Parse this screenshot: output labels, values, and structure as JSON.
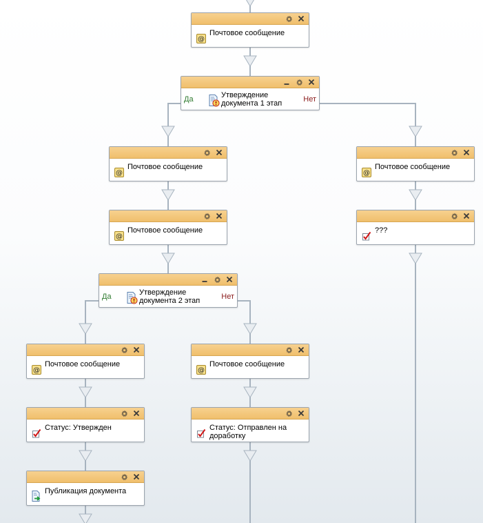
{
  "nodes": {
    "mail_top": {
      "label": "Почтовое сообщение",
      "icon": "email-icon"
    },
    "approval_1": {
      "label_line1": "Утверждение",
      "label_line2": "документа 1 этап",
      "yes": "Да",
      "no": "Нет",
      "icon": "approval-document-icon"
    },
    "mail_yes_1": {
      "label": "Почтовое сообщение",
      "icon": "email-icon"
    },
    "mail_yes_2": {
      "label": "Почтовое сообщение",
      "icon": "email-icon"
    },
    "mail_no_1": {
      "label": "Почтовое сообщение",
      "icon": "email-icon"
    },
    "status_unknown": {
      "label": "???",
      "icon": "checkmark-status-icon"
    },
    "approval_2": {
      "label_line1": "Утверждение",
      "label_line2": "документа 2 этап",
      "yes": "Да",
      "no": "Нет",
      "icon": "approval-document-icon"
    },
    "mail_yes_3": {
      "label": "Почтовое сообщение",
      "icon": "email-icon"
    },
    "mail_no_2": {
      "label": "Почтовое сообщение",
      "icon": "email-icon"
    },
    "status_approved": {
      "label": "Статус: Утвержден",
      "icon": "checkmark-status-icon"
    },
    "status_revision": {
      "label_line1": "Статус: Отправлен на",
      "label_line2": "доработку",
      "icon": "checkmark-status-icon"
    },
    "publish_doc": {
      "label": "Публикация документа",
      "icon": "publish-document-icon"
    }
  },
  "colors": {
    "header": "#f0bf6c",
    "connector": "#a7b3bf",
    "yes_label": "#2e7a2e",
    "no_label": "#8a1a1a"
  }
}
